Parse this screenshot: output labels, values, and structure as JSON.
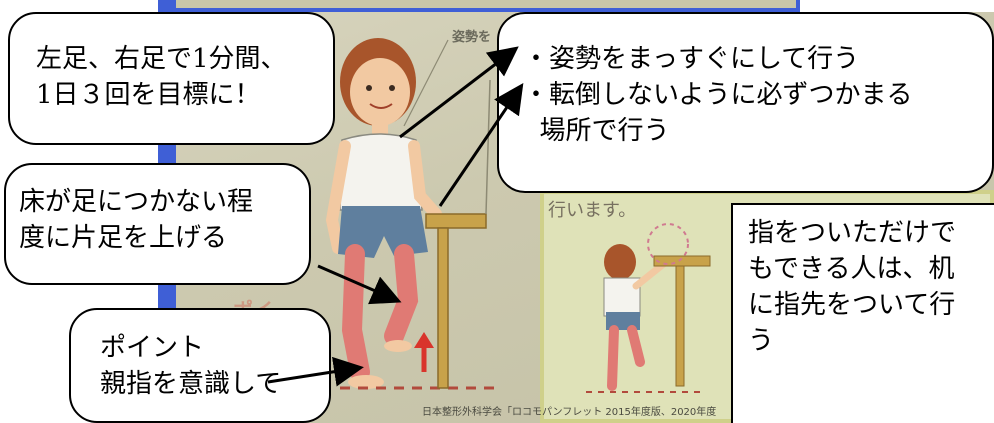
{
  "callouts": {
    "duration": {
      "lines": [
        "左足、右足で1分間、",
        "1日３回を目標に！"
      ]
    },
    "posture": {
      "lines": [
        "・姿勢をまっすぐにして行う",
        "・転倒しないように必ずつかまる",
        "  場所で行う"
      ]
    },
    "lift": {
      "lines": [
        "床が足につかない程",
        "度に片足を上げる"
      ]
    },
    "point": {
      "lines": [
        "ポイント",
        "親指を意識して"
      ]
    },
    "finger": {
      "lines": [
        "指をついただけで",
        "もできる人は、机",
        "に指先をついて行",
        "う"
      ]
    }
  },
  "slide": {
    "top_label": "姿勢を",
    "green_caption": "行います。",
    "red_label": "ポイ",
    "credit": "日本整形外科学会「ロコモパンフレット 2015年度版、2020年度"
  },
  "colors": {
    "frame_blue": "#3f5fd6",
    "skin": "#f2c9a2",
    "shorts": "#5f7f9e",
    "leggings": "#e07a74",
    "table_wood": "#c8a24a",
    "arrow_red": "#d9342b"
  }
}
